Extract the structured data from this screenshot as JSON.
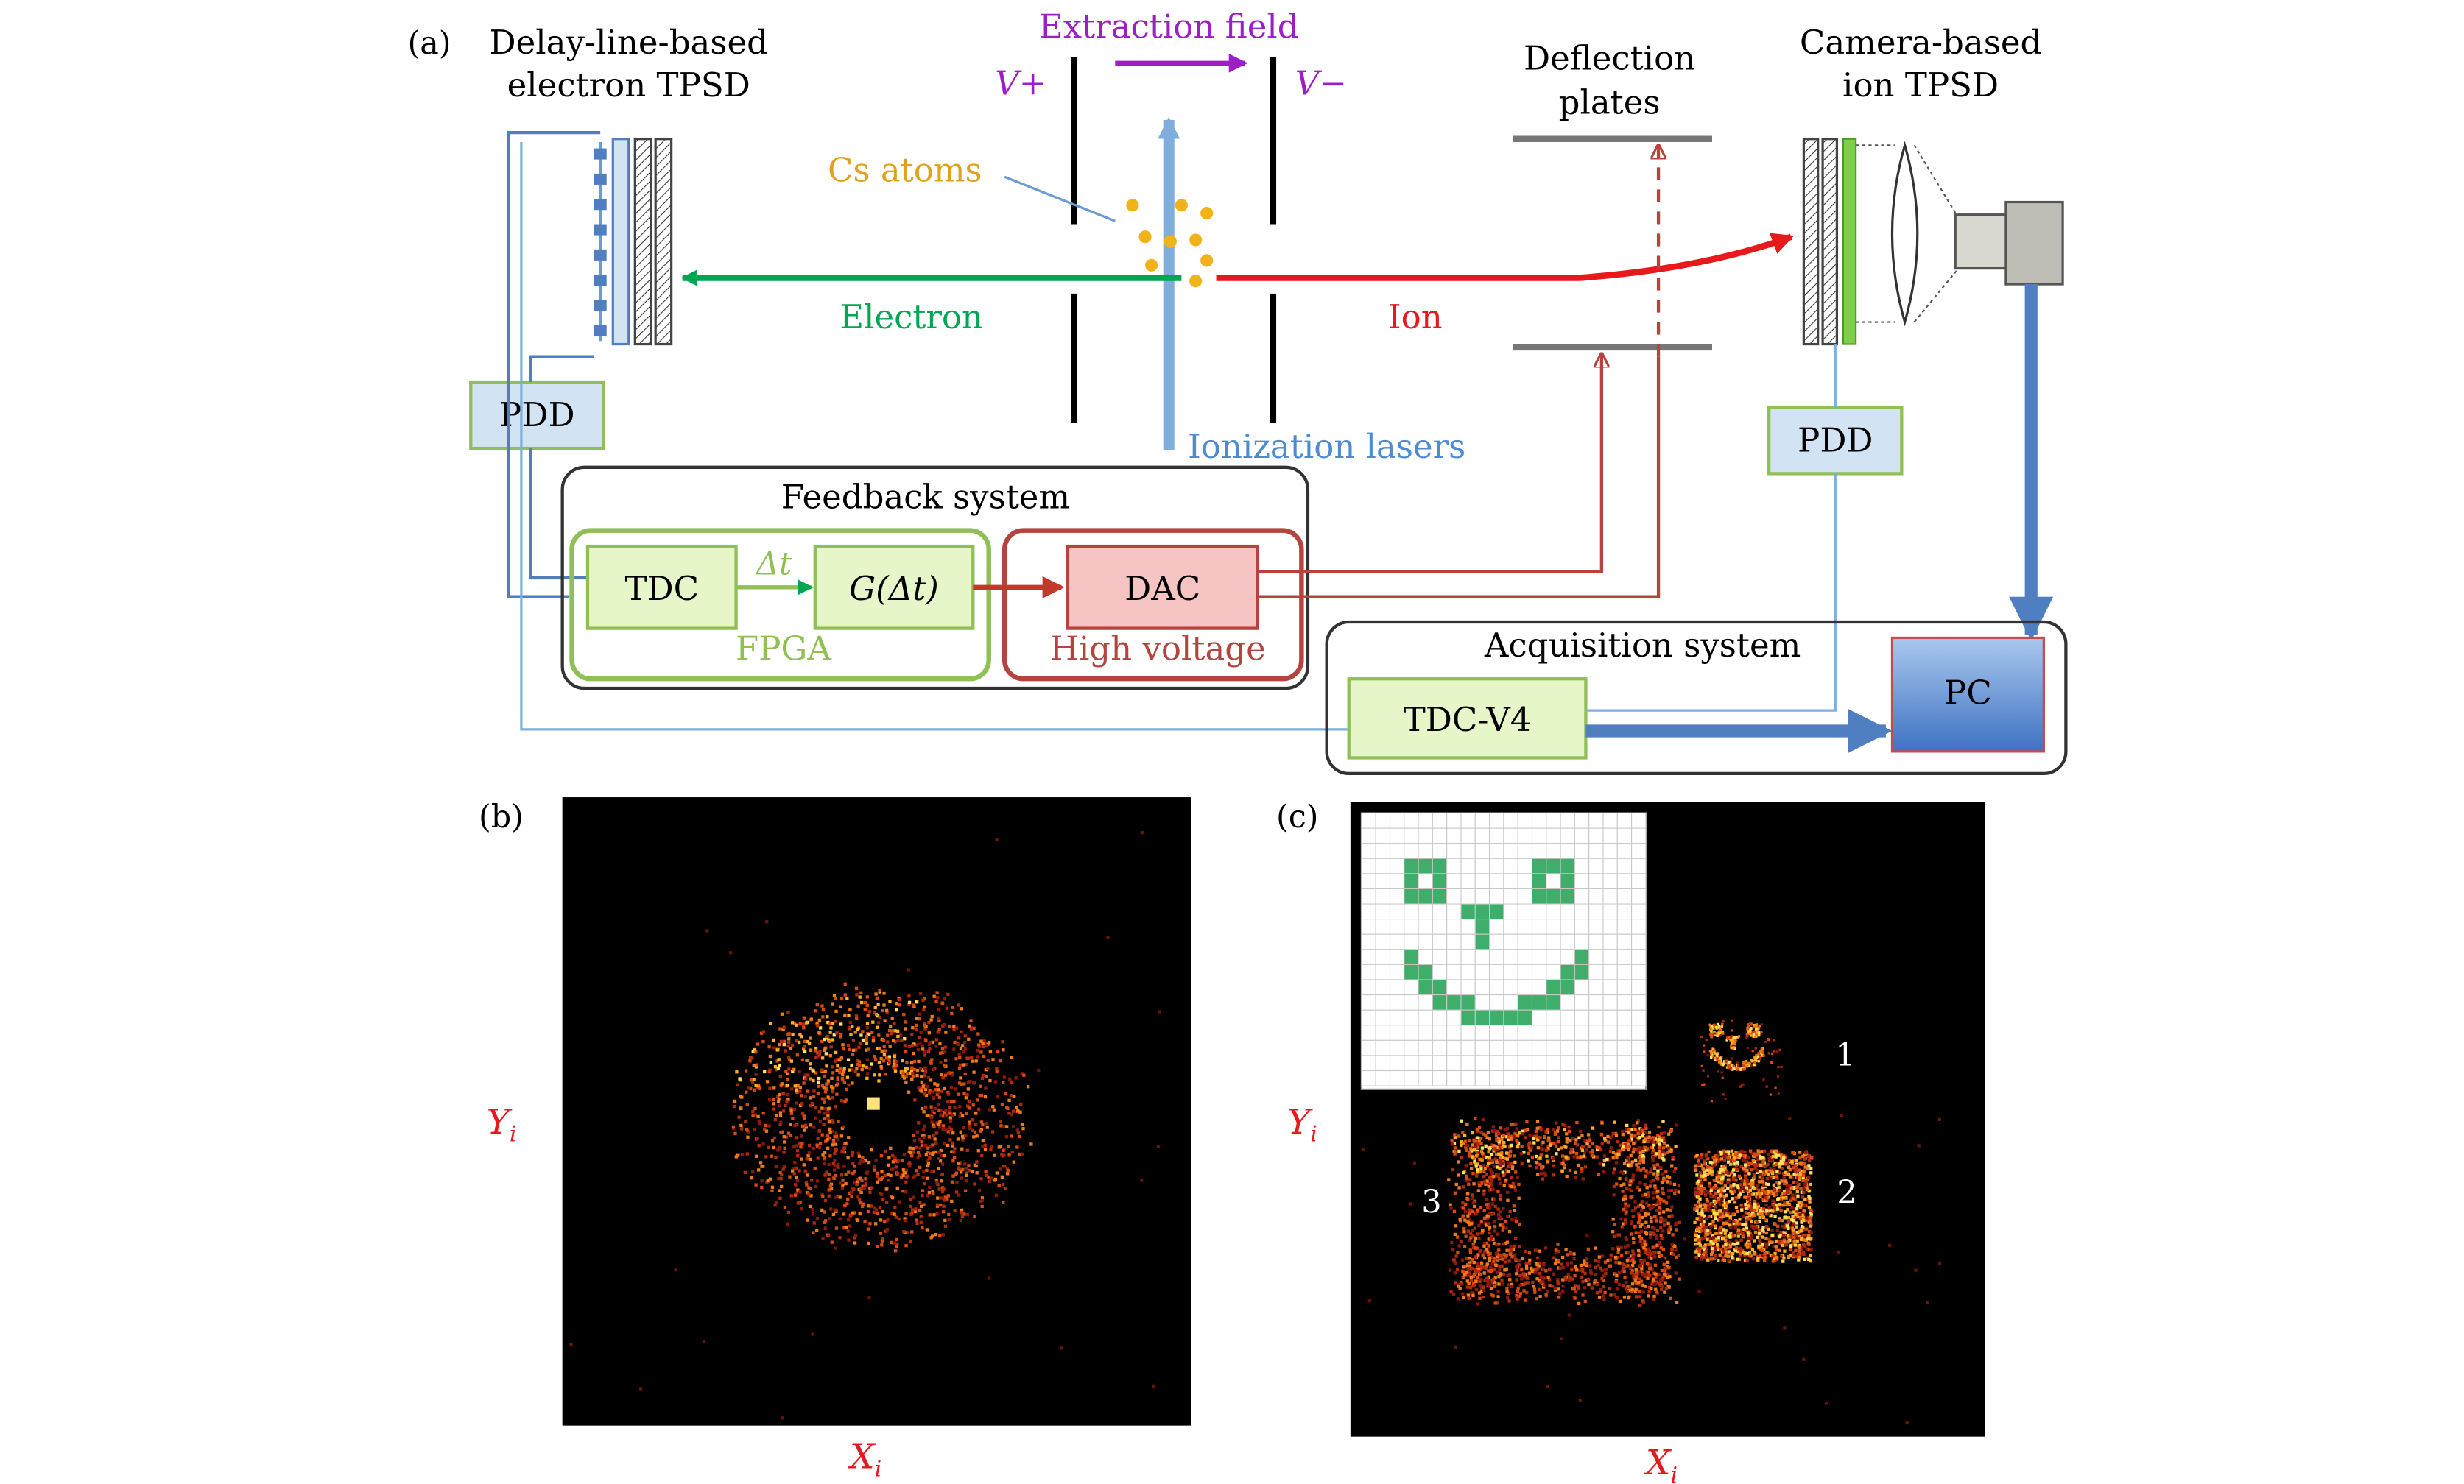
{
  "colors": {
    "green": "#00A651",
    "red": "#E8191D",
    "blue": "#7FAEDC",
    "darkblue": "#4F7EC1",
    "purple": "#9B1FC4",
    "orange": "#E1A21B",
    "lightgreen": "#E6F6C8",
    "greenborder": "#8FBF55",
    "pink": "#F7C4C4",
    "darkred": "#B5443F",
    "lightblue": "#D2E3F4",
    "grey": "#777777"
  },
  "panel_a": {
    "label": "(a)",
    "electron_tpsd": [
      "Delay-line-based",
      "electron TPSD"
    ],
    "extraction_field": "Extraction field",
    "v_plus": "V+",
    "v_minus": "V−",
    "deflection_plates": [
      "Deflection",
      "plates"
    ],
    "ion_tpsd": [
      "Camera-based",
      "ion TPSD"
    ],
    "cs_atoms": "Cs atoms",
    "electron": "Electron",
    "ion": "Ion",
    "ionization_lasers": "Ionization lasers",
    "pdd_left": "PDD",
    "pdd_right": "PDD",
    "feedback_system": "Feedback system",
    "tdc": "TDC",
    "delta_t": "Δt",
    "g_delta_t": "G(Δt)",
    "dac": "DAC",
    "fpga": "FPGA",
    "high_voltage": "High voltage",
    "acquisition_system": "Acquisition system",
    "tdc_v4": "TDC-V4",
    "pc": "PC"
  },
  "panel_b": {
    "label": "(b)",
    "ylabel": "Y",
    "ylabel_sub": "i",
    "xlabel": "X",
    "xlabel_sub": "i"
  },
  "panel_c": {
    "label": "(c)",
    "ylabel": "Y",
    "ylabel_sub": "i",
    "xlabel": "X",
    "xlabel_sub": "i",
    "pattern_1": "1",
    "pattern_2": "2",
    "pattern_3": "3"
  }
}
